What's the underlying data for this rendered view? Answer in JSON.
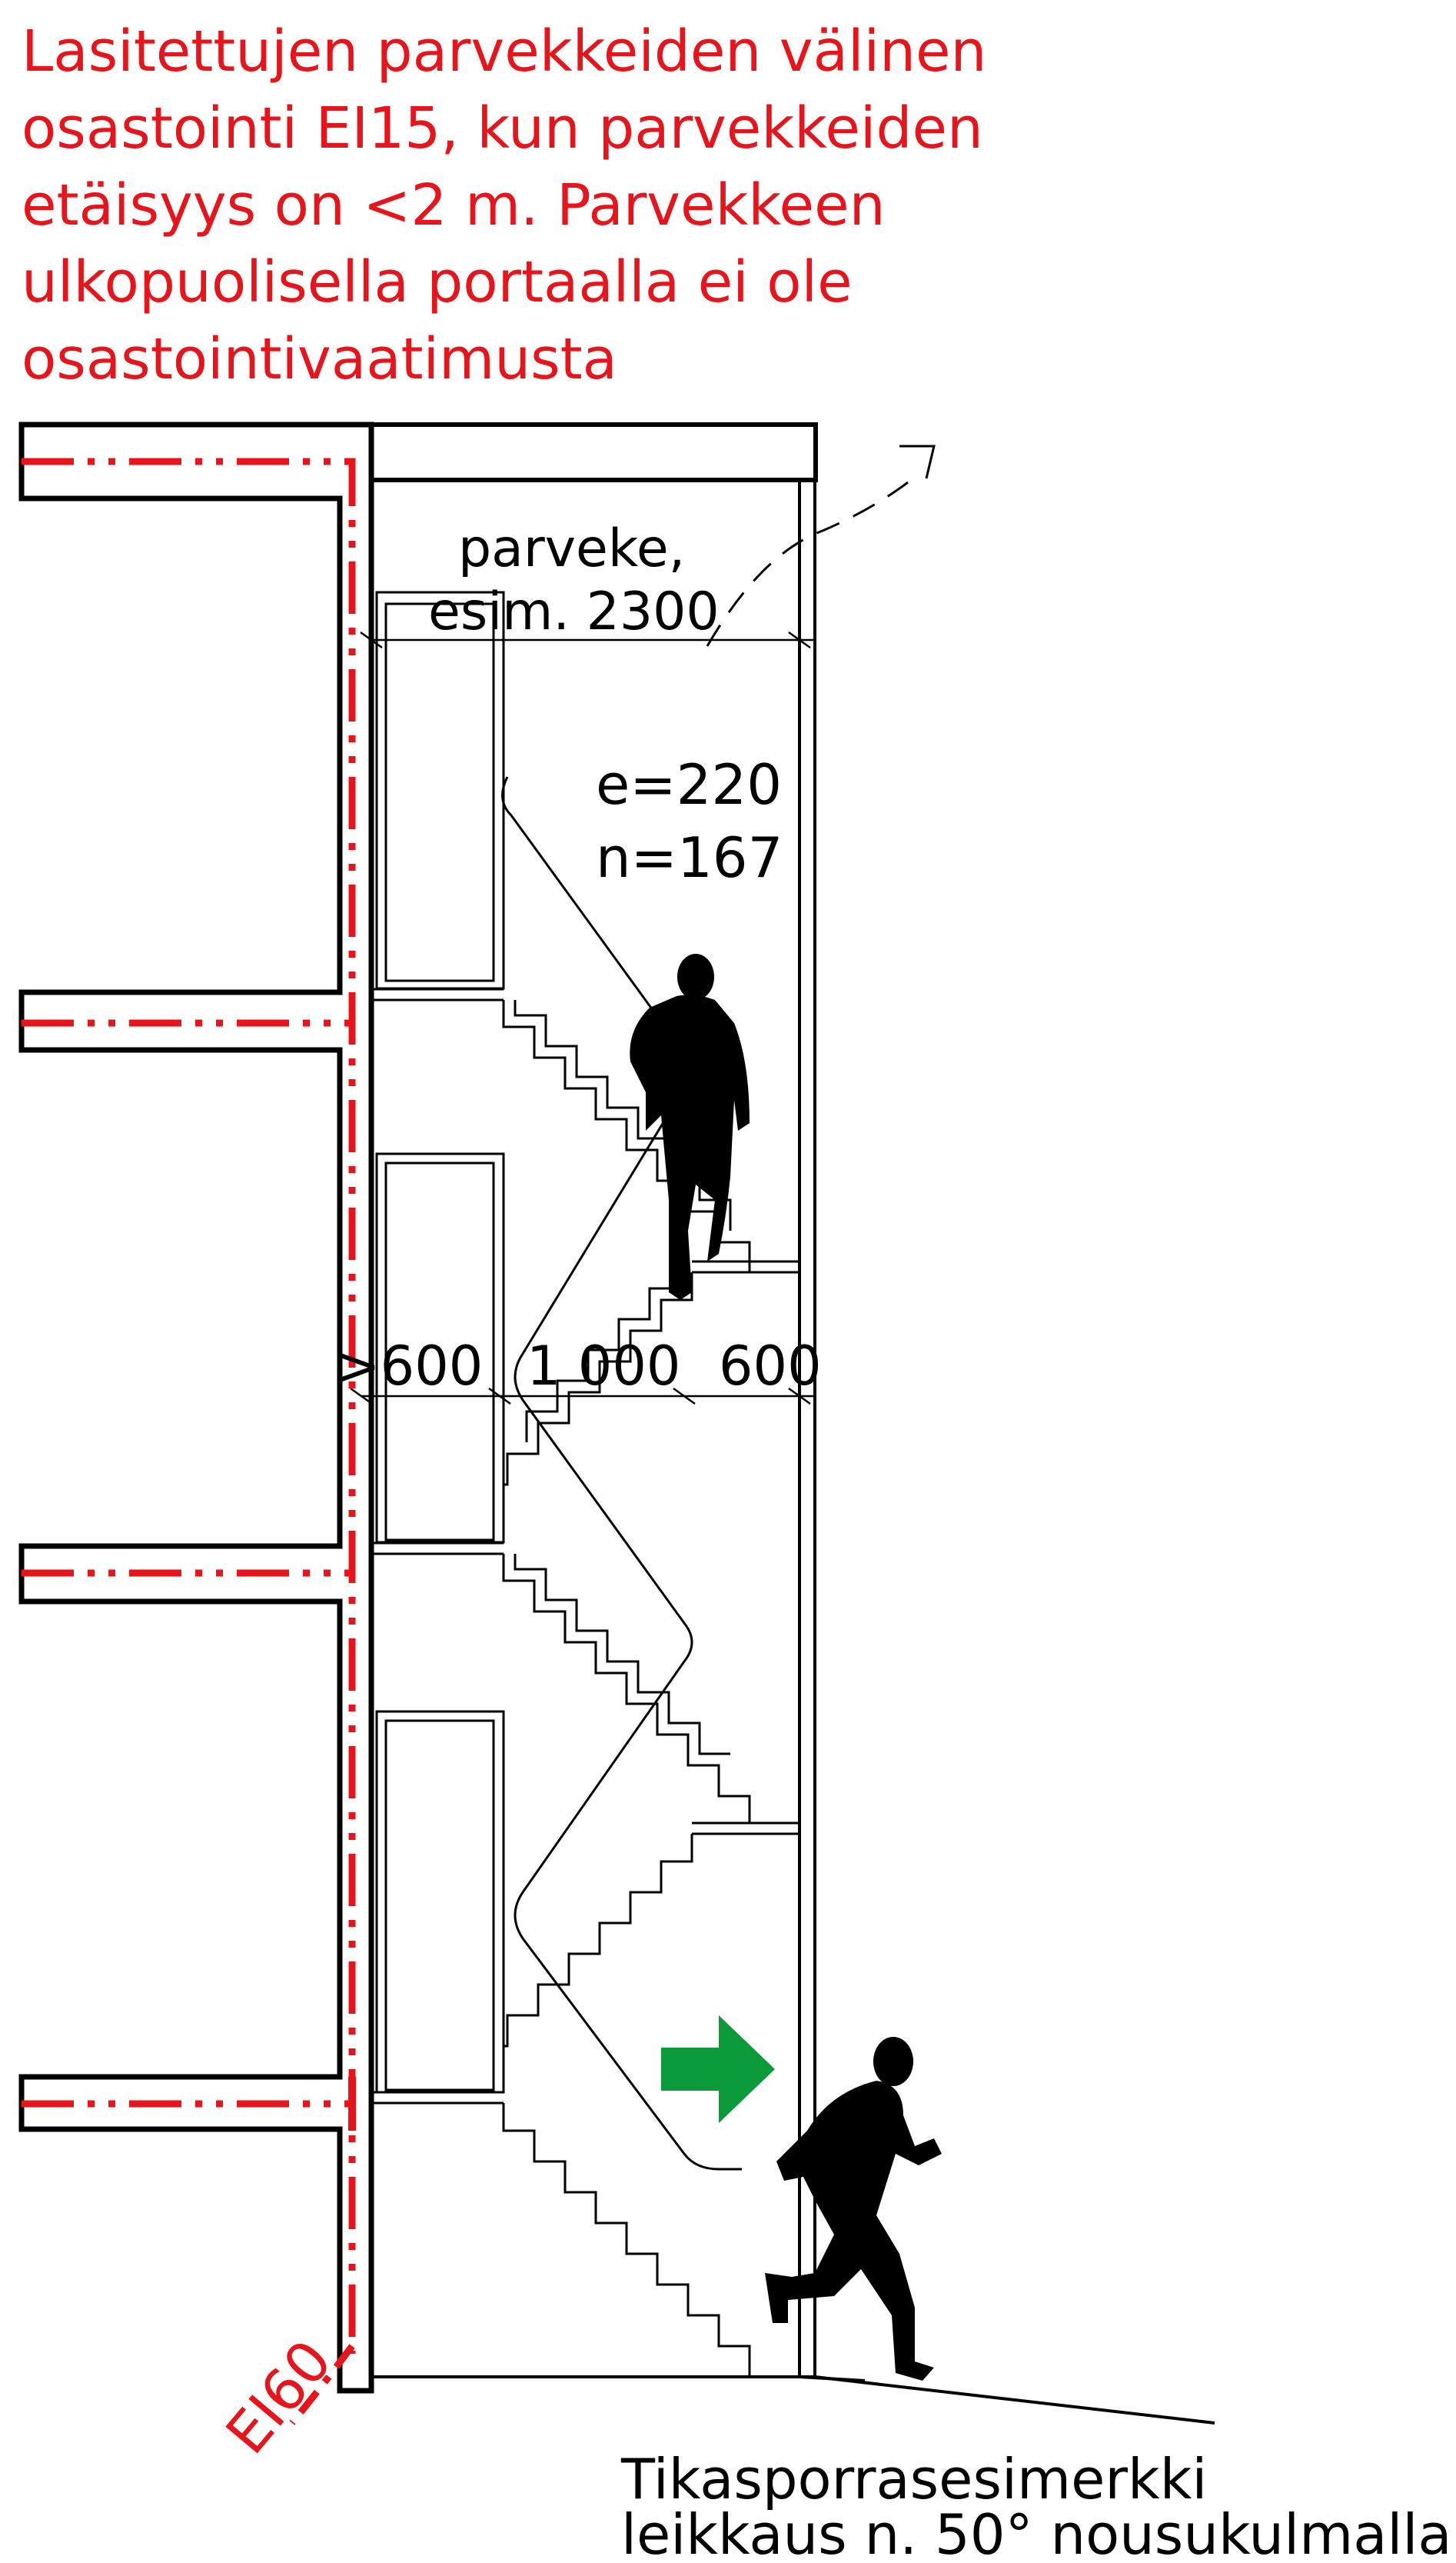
{
  "title_lines": [
    "Lasitettujen parvekkeiden välinen",
    "osastointi EI15, kun parvekkeiden",
    "etäisyys on <2 m. Parvekkeen",
    "ulkopuolisella portaalla ei ole",
    "osastointivaatimusta"
  ],
  "balcony_label_1": "parveke,",
  "balcony_label_2": "esim. 2300",
  "step_rise": "e=220",
  "step_going": "n=167",
  "dim_left": ">600",
  "dim_middle": "1 000",
  "dim_right": "600",
  "fire_class": "EI60",
  "caption_1": "Tikasporrasesimerkki",
  "caption_2": "leikkaus n. 50° nousukulmalla",
  "colors": {
    "red": "#e8141c",
    "green": "#0a9a3a",
    "black": "#000000"
  }
}
